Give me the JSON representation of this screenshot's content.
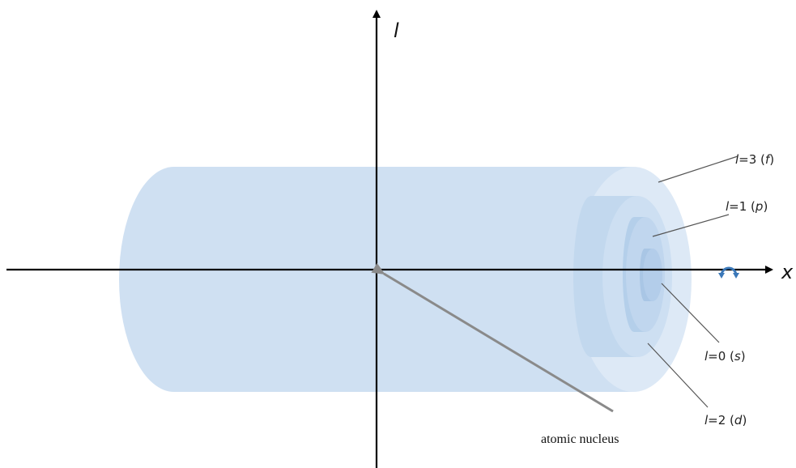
{
  "axes": {
    "vertical_label": "l",
    "horizontal_label": "x"
  },
  "shell_labels": [
    {
      "l": "l",
      "eq": "=3 (",
      "letter": "f",
      "close": ")"
    },
    {
      "l": "l",
      "eq": "=1 (",
      "letter": "p",
      "close": ")"
    },
    {
      "l": "l",
      "eq": "=0 (",
      "letter": "s",
      "close": ")"
    },
    {
      "l": "l",
      "eq": "=2 (",
      "letter": "d",
      "close": ")"
    }
  ],
  "nucleus_label": "atomic nucleus",
  "colors": {
    "outer_shell": "#cfe0f2",
    "outer_face": "#dde9f6",
    "d_shell": "#bcd4ec",
    "p_shell": "#b1cde9",
    "s_shell": "#a4c4e4",
    "axis": "#000000",
    "pointer": "#8a8a8a",
    "rotation_arrow": "#3b78b8"
  },
  "icons": {
    "rotation": "rotation-arrow-icon"
  }
}
